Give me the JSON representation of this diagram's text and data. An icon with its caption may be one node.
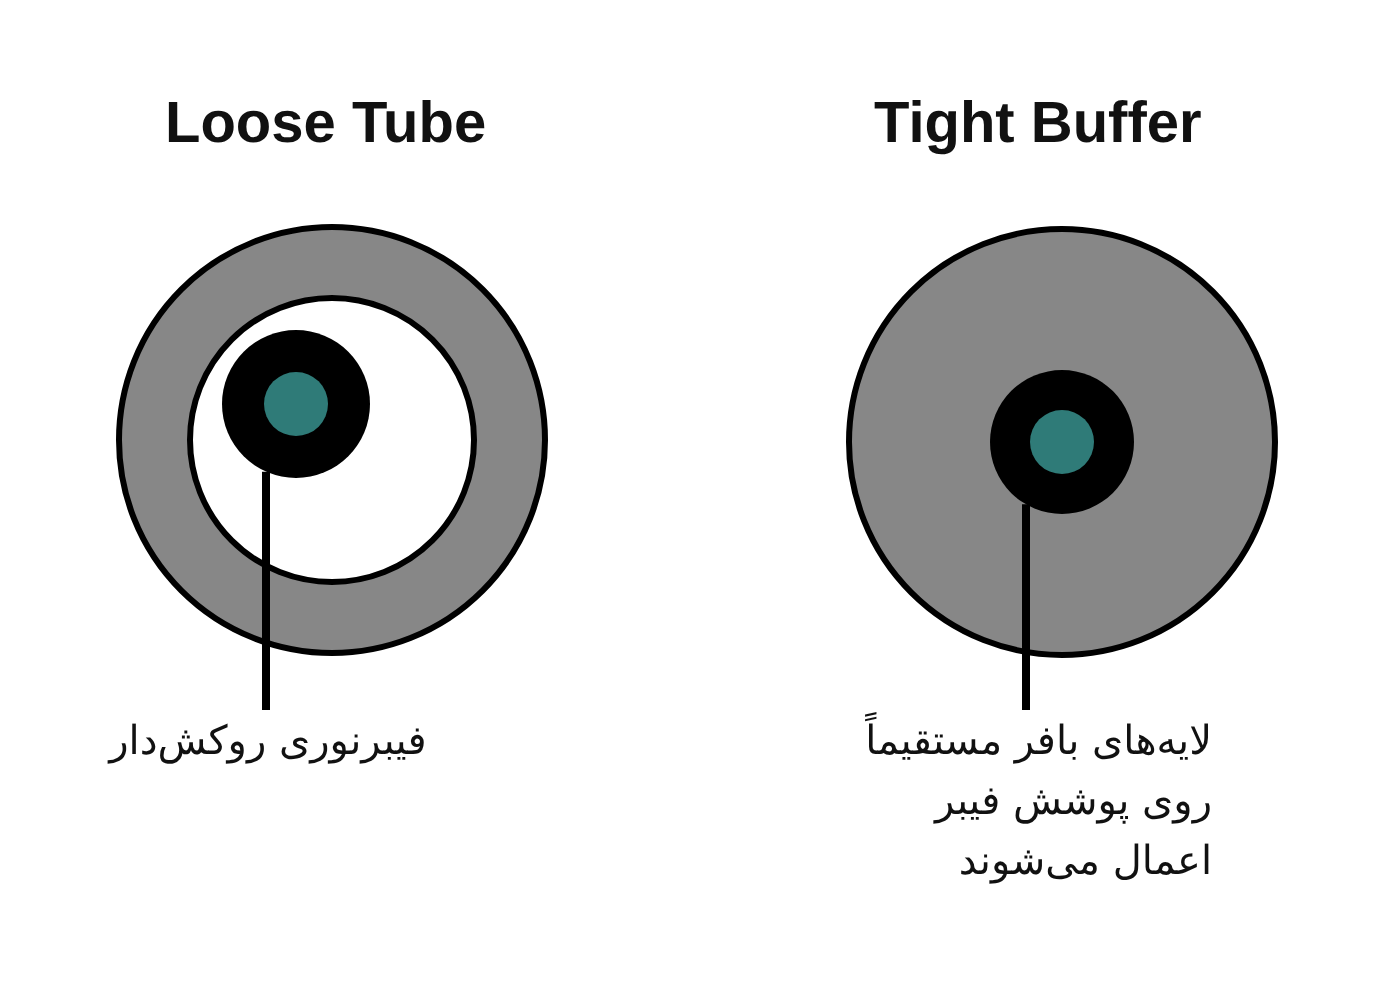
{
  "diagram": {
    "nodes": [
      {
        "text": [],
        "shape": "circle"
      },
      {
        "text": [],
        "shape": "circle"
      },
      {
        "text": [
          "فیبرنوری روکش‌دار"
        ]
      },
      {
        "text": [
          "لایه‌های بافر مستقیماً روی پوشش فیبر اعمال می‌شوند"
        ]
      }
    ],
    "edges": [
      {
        "from": 2,
        "to": 0,
        "arrow": "none"
      },
      {
        "from": 3,
        "to": 1,
        "arrow": "none"
      }
    ],
    "labels": [
      "Loose Tube",
      "Tight Buffer"
    ]
  }
}
